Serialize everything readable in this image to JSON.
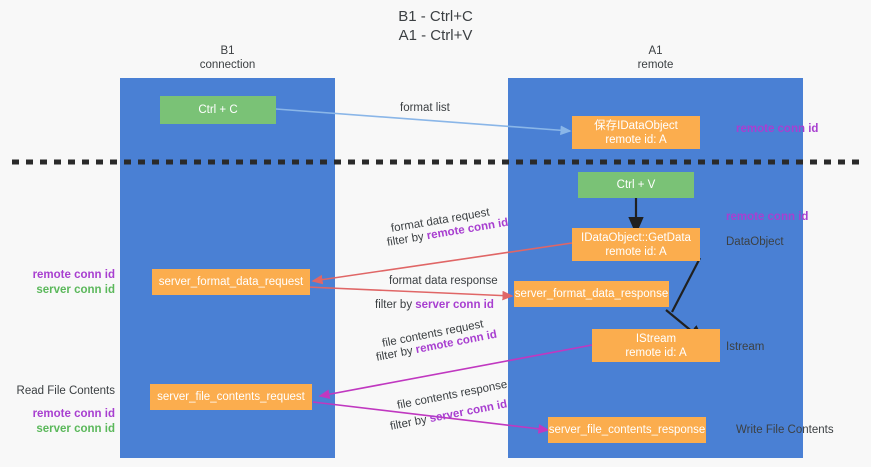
{
  "diagram": {
    "title_line1": "B1 - Ctrl+C",
    "title_line2": "A1 - Ctrl+V",
    "colors": {
      "lane": "#4a80d4",
      "green_box": "#7ac276",
      "orange_box": "#fbad4e",
      "purple_text": "#a83fd0",
      "green_text": "#5bb85b",
      "arrow_blue": "#8ab6e8",
      "arrow_red": "#e06666",
      "arrow_magenta": "#c038c0",
      "arrow_black": "#202020",
      "background": "#f8f8f8"
    },
    "lanes": [
      {
        "id": "b1",
        "name": "B1",
        "role": "connection"
      },
      {
        "id": "a1",
        "name": "A1",
        "role": "remote"
      }
    ],
    "boxes": {
      "ctrl_c": "Ctrl + C",
      "ctrl_v": "Ctrl + V",
      "save_idataobject_line1": "保存IDataObject",
      "save_idataobject_line2": "remote id: A",
      "getdata_line1": "IDataObject::GetData",
      "getdata_line2": "remote id: A",
      "istream_line1": "IStream",
      "istream_line2": "remote id: A",
      "server_format_data_request": "server_format_data_request",
      "server_format_data_response": "server_format_data_response",
      "server_file_contents_request": "server_file_contents_request",
      "server_file_contents_response": "server_file_contents_response"
    },
    "edge_labels": {
      "format_list": "format list",
      "format_data_request": "format data request",
      "format_data_request_filter_prefix": "filter by ",
      "format_data_request_filter_key": "remote conn id",
      "format_data_response": "format data response",
      "format_data_response_filter_prefix": "filter by ",
      "format_data_response_filter_key": "server conn id",
      "file_contents_request": "file contents request",
      "file_contents_request_filter_prefix": "filter by ",
      "file_contents_request_filter_key": "remote conn id",
      "file_contents_response": "file contents response",
      "file_contents_response_filter_prefix": "filter by ",
      "file_contents_response_filter_key": "server conn id"
    },
    "side_annotations": {
      "right_remote_conn_id_top": "remote conn id",
      "right_remote_conn_id_mid": "remote conn id",
      "right_dataobject": "DataObject",
      "right_istream": "Istream",
      "right_write_file_contents": "Write File Contents",
      "left_remote_conn_id_mid": "remote conn id",
      "left_server_conn_id_mid": "server conn id",
      "left_read_file_contents": "Read File Contents",
      "left_remote_conn_id_bottom": "remote conn id",
      "left_server_conn_id_bottom": "server conn id"
    }
  }
}
